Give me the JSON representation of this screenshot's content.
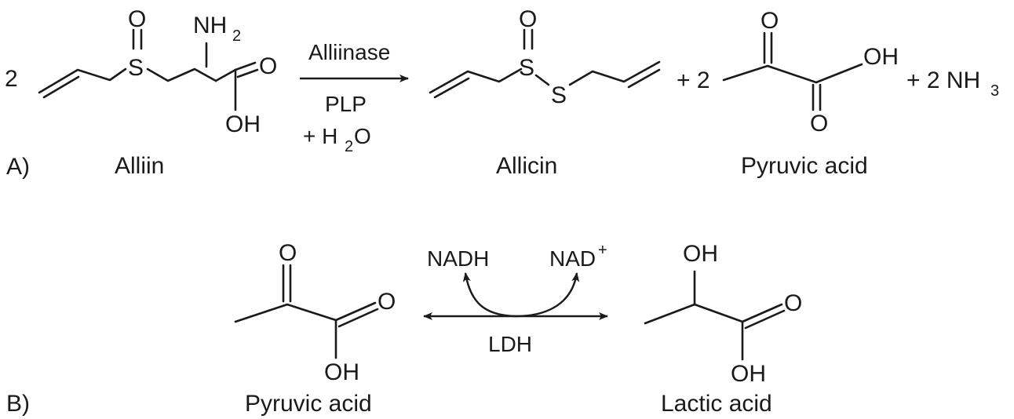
{
  "panel_a": {
    "label": "A)",
    "coef_alliin": "2",
    "alliin": {
      "name": "Alliin",
      "sulfoxide_o": "O",
      "sulfur": "S",
      "amino_n": "NH",
      "amino_sub": "2",
      "carbonyl_o": "O",
      "hydroxyl": "OH"
    },
    "arrow": {
      "enzyme": "Alliinase",
      "cofactor": "PLP",
      "water_plus": "+ H",
      "water_sub": "2",
      "water_o": "O"
    },
    "allicin": {
      "name": "Allicin",
      "sulfoxide_o": "O",
      "sulfur_1": "S",
      "sulfur_2": "S"
    },
    "plus_2": "+ 2",
    "pyruvic": {
      "name": "Pyruvic acid",
      "keto_o": "O",
      "hydroxyl": "OH",
      "carbonyl_o": "O"
    },
    "ammonia_plus": "+ 2 NH",
    "ammonia_sub": "3"
  },
  "panel_b": {
    "label": "B)",
    "pyruvic": {
      "name": "Pyruvic acid",
      "keto_o": "O",
      "carbonyl_o": "O",
      "hydroxyl": "OH"
    },
    "cofactor_left": "NADH",
    "cofactor_right": "NAD",
    "cofactor_right_sup": "+",
    "enzyme": "LDH",
    "lactic": {
      "name": "Lactic acid",
      "hydroxyl_top": "OH",
      "carbonyl_o": "O",
      "hydroxyl": "OH"
    }
  }
}
